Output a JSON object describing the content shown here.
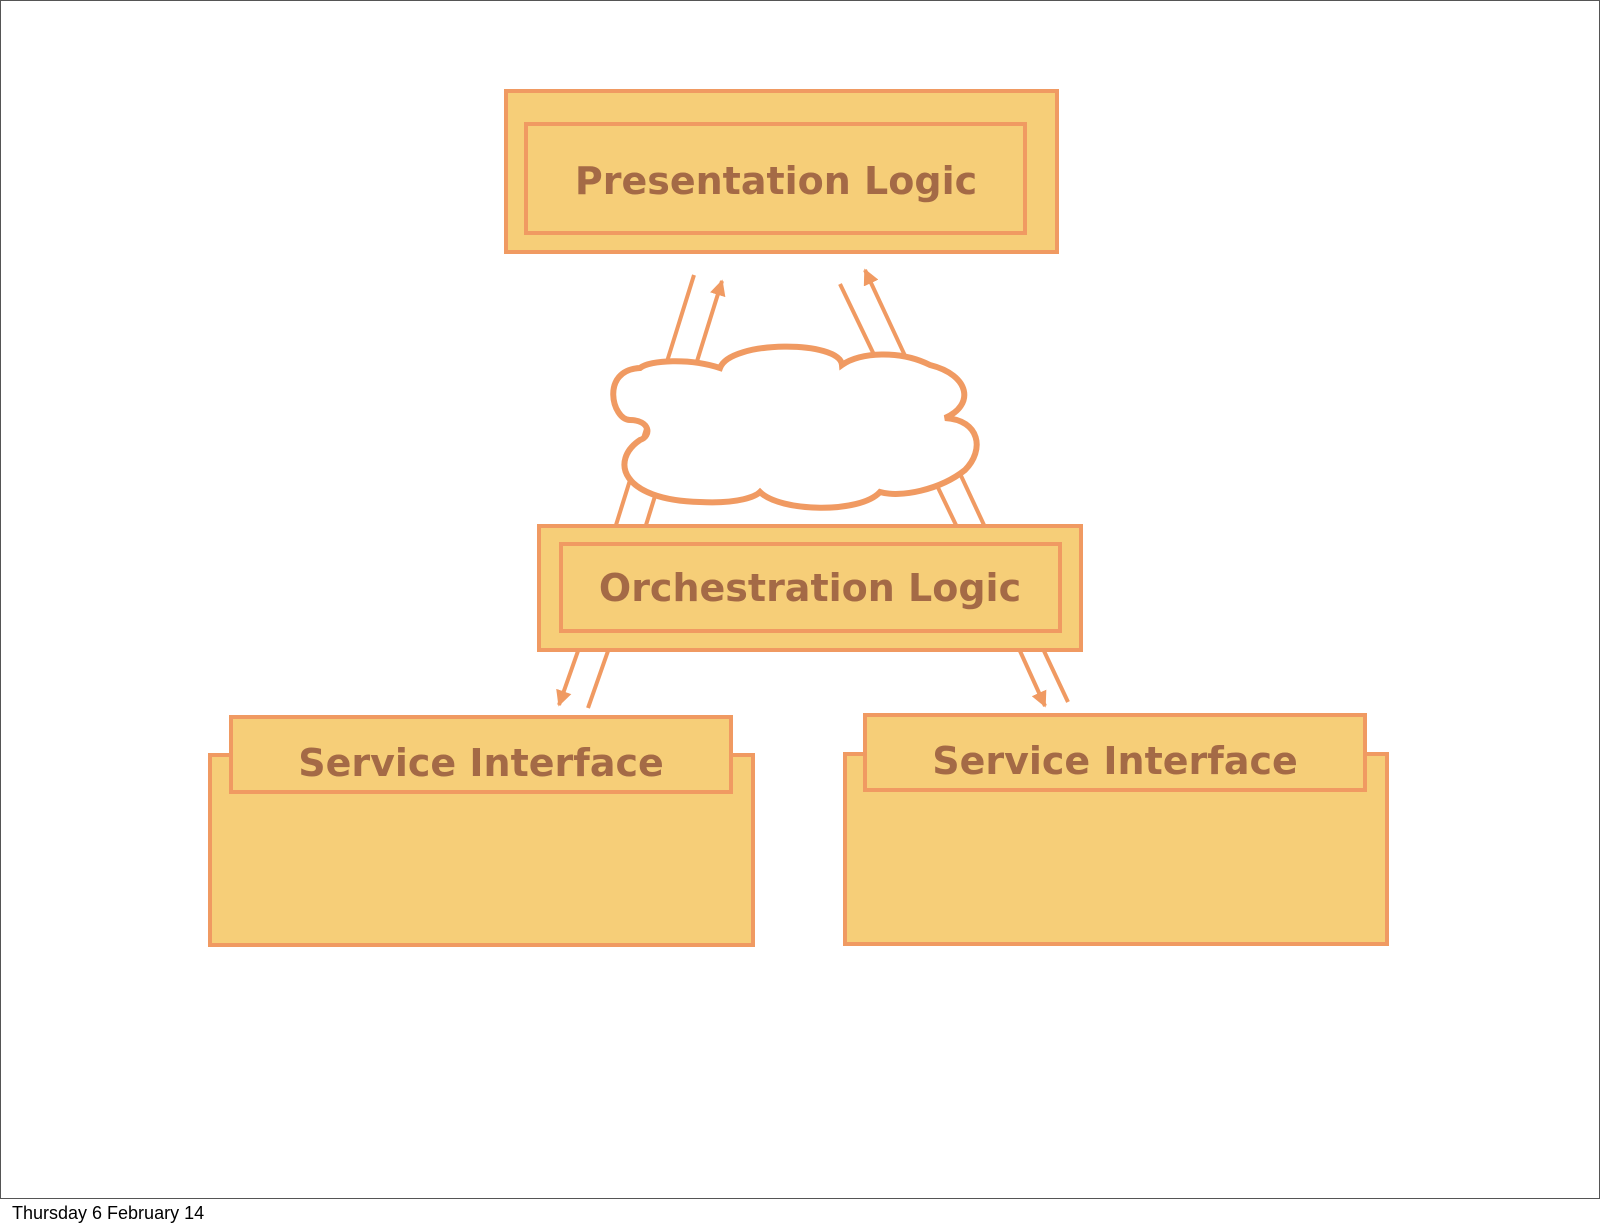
{
  "colors": {
    "fill": "#f6ce78",
    "stroke": "#f09a62",
    "text": "#a46a46",
    "cloud_fill": "#ffffff"
  },
  "diagram": {
    "presentation_label": "Presentation Logic",
    "orchestration_label": "Orchestration Logic",
    "service_left_label": "Service Interface",
    "service_right_label": "Service Interface"
  },
  "footer": {
    "date": "Thursday 6 February 14"
  }
}
